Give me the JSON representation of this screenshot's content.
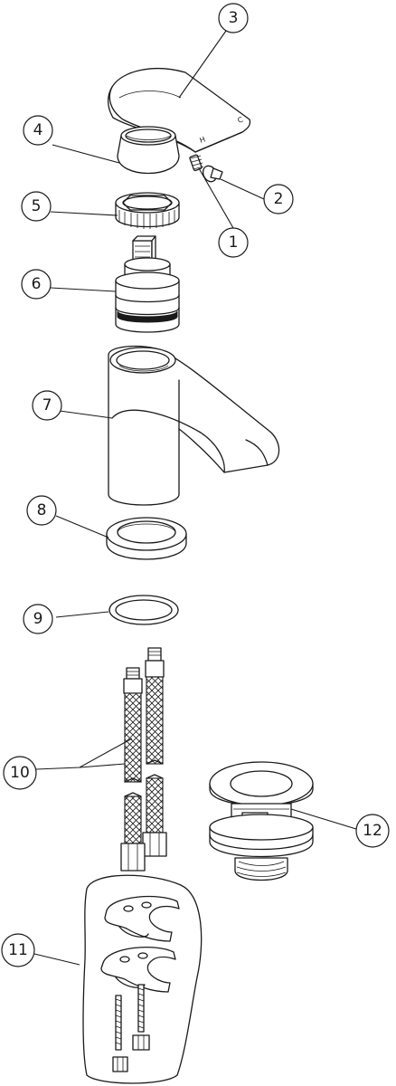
{
  "callouts": [
    {
      "label": "1"
    },
    {
      "label": "2"
    },
    {
      "label": "3"
    },
    {
      "label": "4"
    },
    {
      "label": "5"
    },
    {
      "label": "6"
    },
    {
      "label": "7"
    },
    {
      "label": "8"
    },
    {
      "label": "9"
    },
    {
      "label": "10"
    },
    {
      "label": "11"
    },
    {
      "label": "12"
    }
  ],
  "handle_markings": {
    "hot": "H",
    "cold": "C"
  }
}
